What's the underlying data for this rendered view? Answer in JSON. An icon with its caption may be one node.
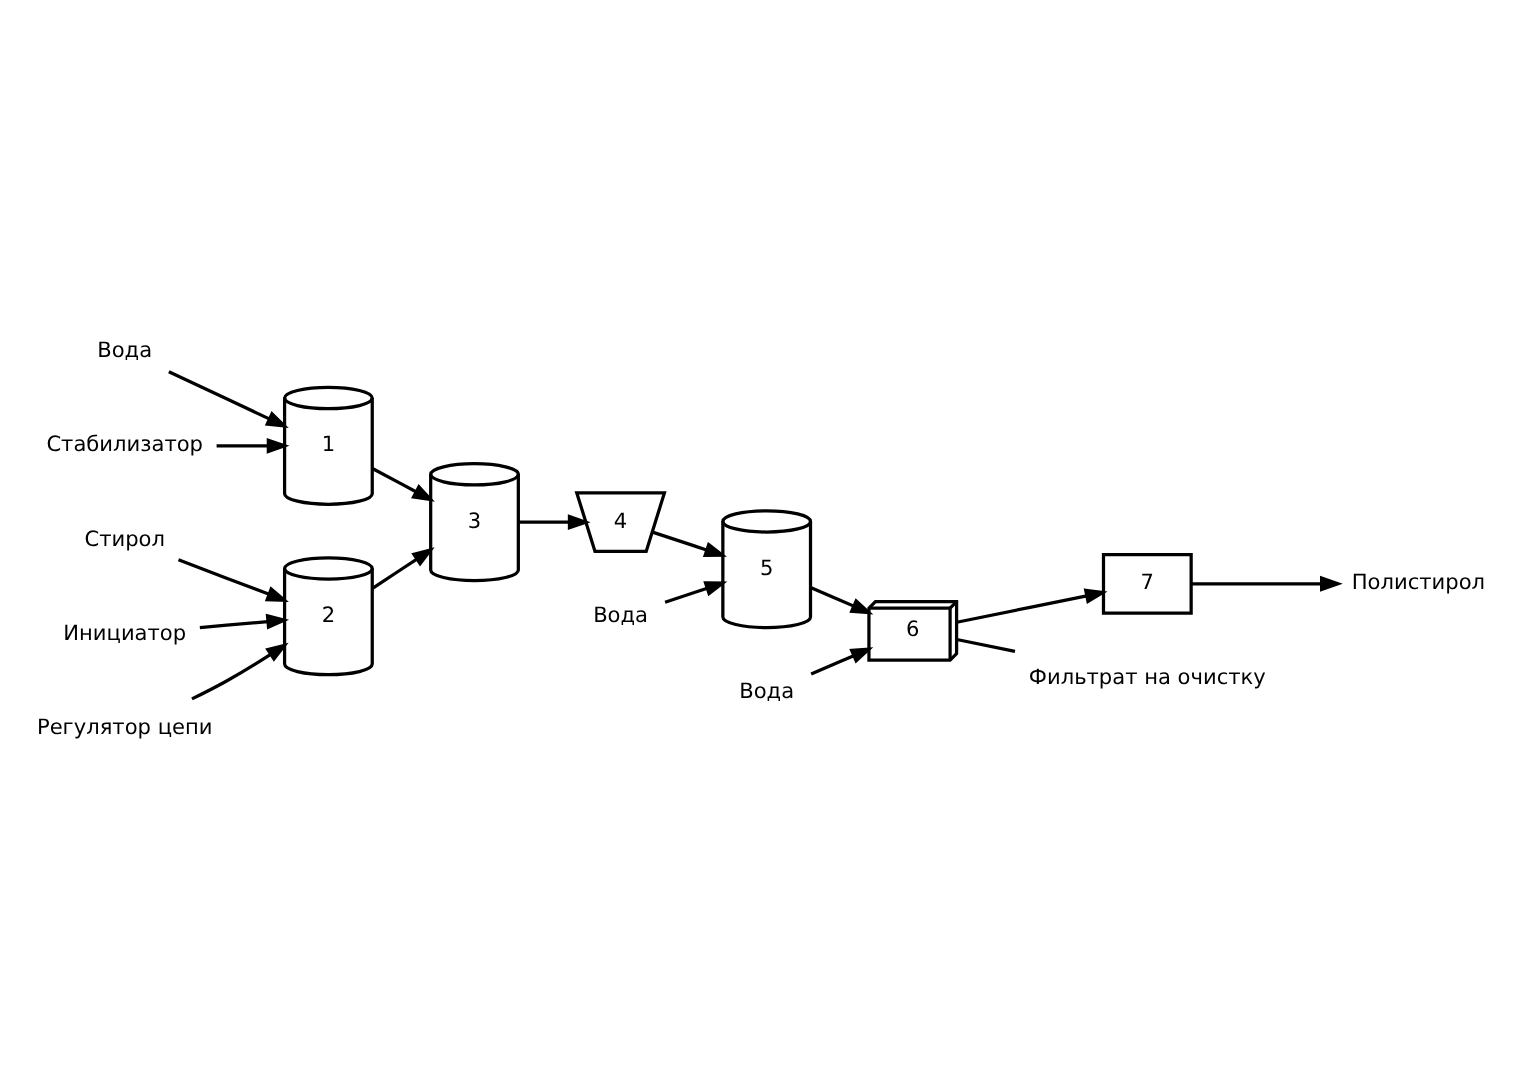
{
  "diagram": {
    "nodes": [
      {
        "text": [
          "Вода"
        ]
      },
      {
        "text": [
          "Стабилизатор"
        ]
      },
      {
        "text": [
          "1"
        ]
      },
      {
        "text": [
          "Стирол"
        ]
      },
      {
        "text": [
          "Инициатор"
        ]
      },
      {
        "text": [
          "2"
        ]
      },
      {
        "text": [
          "Регулятор цепи"
        ]
      },
      {
        "text": [
          "3"
        ]
      },
      {
        "text": [
          "4"
        ]
      },
      {
        "text": [
          "Вода"
        ]
      },
      {
        "text": [
          "5"
        ]
      },
      {
        "text": [
          "Вода"
        ]
      },
      {
        "text": [
          "6"
        ]
      },
      {
        "text": [
          "7"
        ]
      },
      {
        "text": [
          "Фильтрат на очистку"
        ]
      },
      {
        "text": [
          "Полистирол"
        ]
      }
    ],
    "edges": [
      {
        "from": 0,
        "to": 2,
        "arrow": "to"
      },
      {
        "from": 1,
        "to": 2,
        "arrow": "to"
      },
      {
        "from": 2,
        "to": 7,
        "arrow": "to"
      },
      {
        "from": 4,
        "to": 5,
        "arrow": "to"
      },
      {
        "from": 6,
        "to": 5,
        "arrow": "to"
      },
      {
        "from": 3,
        "to": 5,
        "arrow": "to"
      },
      {
        "from": 5,
        "to": 7,
        "arrow": "to"
      },
      {
        "from": 7,
        "to": 8,
        "arrow": "to"
      },
      {
        "from": 8,
        "to": 10,
        "arrow": "to"
      },
      {
        "from": 9,
        "to": 10,
        "arrow": "to"
      },
      {
        "from": 10,
        "to": 12,
        "arrow": "to"
      },
      {
        "from": 11,
        "to": 12,
        "arrow": "to"
      },
      {
        "from": 12,
        "to": 13,
        "arrow": "to"
      },
      {
        "from": 12,
        "to": 14,
        "arrow": "none"
      },
      {
        "from": 13,
        "to": 15,
        "arrow": "to"
      }
    ]
  }
}
